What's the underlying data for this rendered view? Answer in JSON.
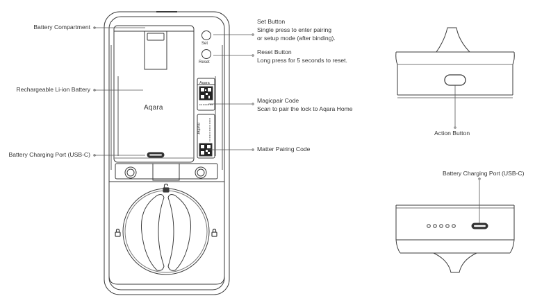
{
  "lock_front": {
    "brand": "Aqara",
    "set_key": "Set",
    "reset_key": "Reset",
    "magicpair_tag": "Aqara",
    "matter_tag": "matter"
  },
  "callouts": {
    "battery_compartment": "Battery Compartment",
    "rechargeable_battery": "Rechargeable Li-ion Battery",
    "charging_port_left": "Battery Charging Port (USB-C)",
    "set_button_title": "Set Button",
    "set_button_line1": "Single press to enter pairing",
    "set_button_line2": "or setup mode (after binding).",
    "reset_button_title": "Reset Button",
    "reset_button_line1": "Long press for 5 seconds to reset.",
    "magicpair_title": "Magicpair Code",
    "magicpair_line1": "Scan to pair the lock to Aqara Home",
    "matter_code": "Matter Pairing Code",
    "action_button": "Action Button",
    "charging_port_right": "Battery Charging Port (USB-C)"
  },
  "colors": {
    "outline": "#3a3a3a",
    "leader": "#555555",
    "text": "#333333"
  }
}
